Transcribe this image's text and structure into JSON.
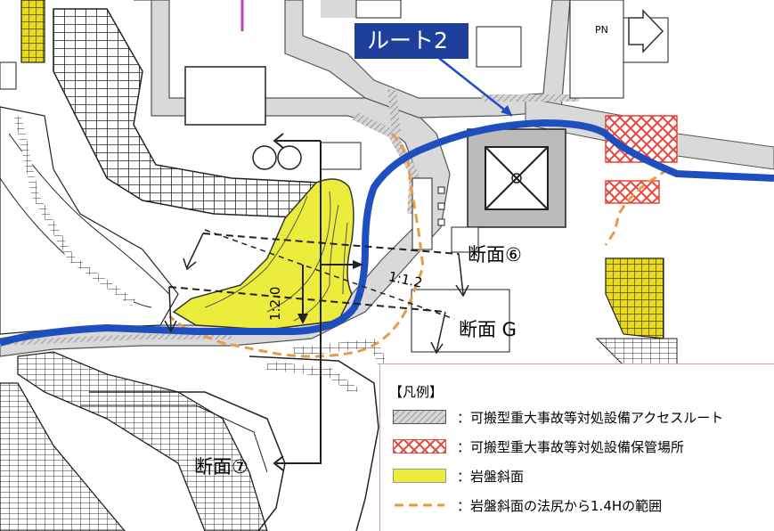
{
  "map": {
    "route_label": "ルート2",
    "north_label": "PN",
    "section_labels": {
      "s6": "断面⑥",
      "sG": "断面 G",
      "s7": "断面⑦"
    },
    "slope_labels": {
      "ratio_left": "1:2.0",
      "ratio_right": "1:1.2"
    }
  },
  "legend": {
    "title": "【凡例】",
    "items": [
      {
        "icon": "hatched-swatch",
        "text": "：可搬型重大事故等対処設備アクセスルート"
      },
      {
        "icon": "red-crosshatch-swatch",
        "text": "：可搬型重大事故等対処設備保管場所"
      },
      {
        "icon": "yellow-swatch",
        "text": "：岩盤斜面"
      },
      {
        "icon": "orange-dashed-line",
        "text": "：岩盤斜面の法尻から1.4Hの範囲"
      }
    ]
  },
  "colors": {
    "route_blue": "#1f4fbf",
    "badge_blue": "#1f3f9c",
    "rock_slope_yellow": "#ecec3c",
    "storage_red": "#e8453c",
    "range_orange": "#e89a4a",
    "building_yellow": "#e8d818"
  }
}
